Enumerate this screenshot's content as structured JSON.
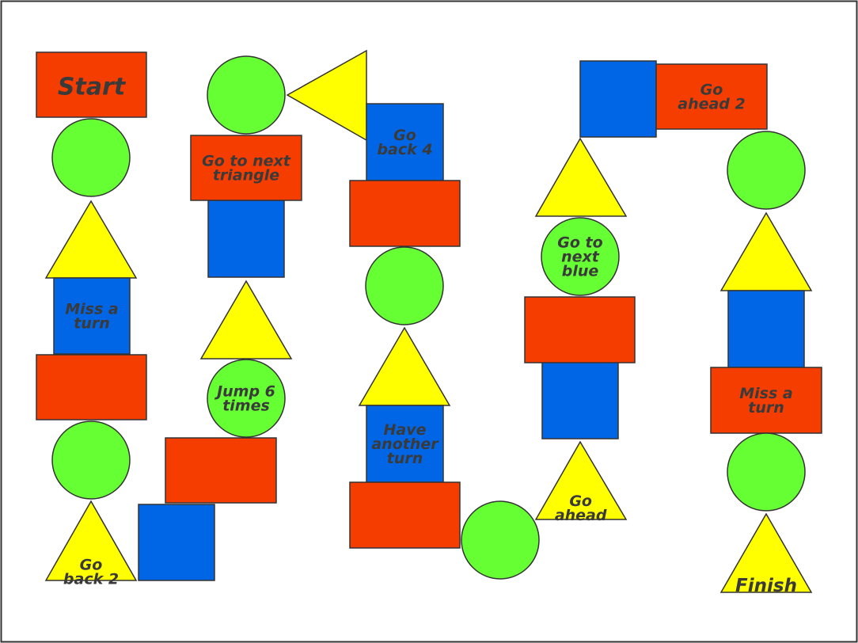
{
  "board": {
    "colors": {
      "red": "#f53d00",
      "blue": "#0066e6",
      "green": "#66ff33",
      "yellow": "#ffff00",
      "outline": "#333333",
      "text": "#3a3a3a",
      "frame": "#333333"
    },
    "spaces": [
      {
        "name": "space-start",
        "shape": "rect",
        "color": "red",
        "text": [
          "Start"
        ]
      },
      {
        "name": "space-circle-1",
        "shape": "circle",
        "color": "green",
        "text": []
      },
      {
        "name": "space-triangle-1",
        "shape": "triangle",
        "color": "yellow",
        "text": []
      },
      {
        "name": "space-miss-a-turn-1",
        "shape": "square",
        "color": "blue",
        "text": [
          "Miss a",
          "turn"
        ]
      },
      {
        "name": "space-rect-2",
        "shape": "rect",
        "color": "red",
        "text": []
      },
      {
        "name": "space-circle-2",
        "shape": "circle",
        "color": "green",
        "text": []
      },
      {
        "name": "space-go-back-2",
        "shape": "triangle",
        "color": "yellow",
        "text": [
          "Go",
          "back 2"
        ]
      },
      {
        "name": "space-square-2",
        "shape": "square",
        "color": "blue",
        "text": []
      },
      {
        "name": "space-rect-3",
        "shape": "rect",
        "color": "red",
        "text": []
      },
      {
        "name": "space-jump-6-times",
        "shape": "circle",
        "color": "green",
        "text": [
          "Jump 6",
          "times"
        ]
      },
      {
        "name": "space-triangle-2",
        "shape": "triangle",
        "color": "yellow",
        "text": []
      },
      {
        "name": "space-square-3",
        "shape": "square",
        "color": "blue",
        "text": []
      },
      {
        "name": "space-go-to-next-triangle",
        "shape": "rect",
        "color": "red",
        "text": [
          "Go to next",
          "triangle"
        ]
      },
      {
        "name": "space-circle-3",
        "shape": "circle",
        "color": "green",
        "text": []
      },
      {
        "name": "space-triangle-3",
        "shape": "triangle",
        "color": "yellow",
        "text": []
      },
      {
        "name": "space-go-back-4",
        "shape": "square",
        "color": "blue",
        "text": [
          "Go",
          "back 4"
        ]
      },
      {
        "name": "space-rect-4",
        "shape": "rect",
        "color": "red",
        "text": []
      },
      {
        "name": "space-circle-4",
        "shape": "circle",
        "color": "green",
        "text": []
      },
      {
        "name": "space-triangle-4",
        "shape": "triangle",
        "color": "yellow",
        "text": []
      },
      {
        "name": "space-have-another-turn",
        "shape": "square",
        "color": "blue",
        "text": [
          "Have",
          "another",
          "turn"
        ]
      },
      {
        "name": "space-rect-5",
        "shape": "rect",
        "color": "red",
        "text": []
      },
      {
        "name": "space-circle-5",
        "shape": "circle",
        "color": "green",
        "text": []
      },
      {
        "name": "space-go-ahead",
        "shape": "triangle",
        "color": "yellow",
        "text": [
          "Go",
          "ahead"
        ]
      },
      {
        "name": "space-square-5",
        "shape": "square",
        "color": "blue",
        "text": []
      },
      {
        "name": "space-rect-6",
        "shape": "rect",
        "color": "red",
        "text": []
      },
      {
        "name": "space-go-to-next-blue",
        "shape": "circle",
        "color": "green",
        "text": [
          "Go to",
          "next",
          "blue"
        ]
      },
      {
        "name": "space-triangle-5",
        "shape": "triangle",
        "color": "yellow",
        "text": []
      },
      {
        "name": "space-square-6",
        "shape": "square",
        "color": "blue",
        "text": []
      },
      {
        "name": "space-go-ahead-2",
        "shape": "rect",
        "color": "red",
        "text": [
          "Go",
          "ahead 2"
        ]
      },
      {
        "name": "space-circle-6",
        "shape": "circle",
        "color": "green",
        "text": []
      },
      {
        "name": "space-triangle-6",
        "shape": "triangle",
        "color": "yellow",
        "text": []
      },
      {
        "name": "space-square-7",
        "shape": "square",
        "color": "blue",
        "text": []
      },
      {
        "name": "space-miss-a-turn-2",
        "shape": "rect",
        "color": "red",
        "text": [
          "Miss a",
          "turn"
        ]
      },
      {
        "name": "space-circle-7",
        "shape": "circle",
        "color": "green",
        "text": []
      },
      {
        "name": "space-finish",
        "shape": "triangle",
        "color": "yellow",
        "text": [
          "Finish"
        ]
      }
    ]
  }
}
